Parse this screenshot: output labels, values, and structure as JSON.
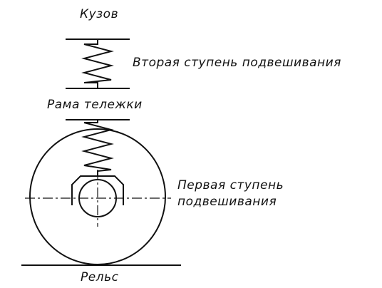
{
  "labels": {
    "body": "Кузов",
    "second_stage": "Вторая ступень подвешивания",
    "bogie_frame": "Рама тележки",
    "first_stage_line1": "Первая ступень",
    "first_stage_line2": "подвешивания",
    "rail": "Рельс"
  }
}
